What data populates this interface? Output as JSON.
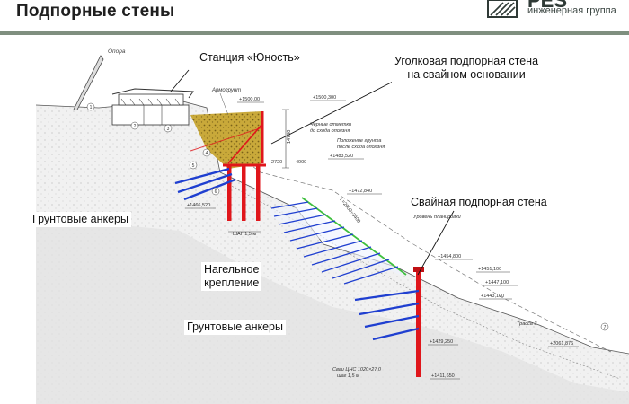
{
  "header": {
    "title": "Подпорные стены"
  },
  "logo": {
    "abbr": "PES",
    "subtitle": "инженерная группа",
    "colors": {
      "mark": "#2f3a36"
    }
  },
  "labels": {
    "station": "Станция «Юность»",
    "angle_wall_line1": "Уголковая подпорная стена",
    "angle_wall_line2": "на свайном основании",
    "pile_wall": "Свайная подпорная стена",
    "anchors_left": "Грунтовые анкеры",
    "nail_line1": "Нагельное",
    "nail_line2": "крепление",
    "anchors_bottom": "Грунтовые анкеры"
  },
  "drawing": {
    "support_label": "Опора",
    "armogrunt": "Армогрунт",
    "black_marks_1": "Черные отметки",
    "black_marks_2": "до схода оползня",
    "ground_pos_1": "Положение грунта",
    "ground_pos_2": "после схода оползня",
    "plan_level": "Уровень планировки",
    "route": "Трасса 3",
    "pile_note_1": "Сваи ЦНС 1020×27,0",
    "pile_note_2": "шаг 1,5 м",
    "spacing_1": "ШАГ 1,5 м",
    "slope_length": "L=2000÷3400",
    "height_dim": "14780",
    "dim_2720": "2720",
    "dim_4000": "4000",
    "elevations": {
      "e1500_00": "+1500,00",
      "e1500_300": "+1500,300",
      "e1483_520": "+1483,520",
      "e1472_840": "+1472,840",
      "e1466_520": "+1466,520",
      "e1454_800": "+1454,800",
      "e1451_100": "+1451,100",
      "e1447_100": "+1447,100",
      "e1443_100": "+1443,100",
      "e1429_250": "+1429,250",
      "e1411_650": "+1411,650",
      "e2061_876": "+2061,876"
    },
    "circle_marks": [
      "1",
      "2",
      "3",
      "4",
      "5",
      "6",
      "7"
    ]
  },
  "colors": {
    "accent_red": "#e0161b",
    "anchor_blue": "#1f3fd0",
    "nail_green": "#3fbf3f",
    "soil": "#c8a632",
    "title_bar": "#7f8f7f"
  }
}
